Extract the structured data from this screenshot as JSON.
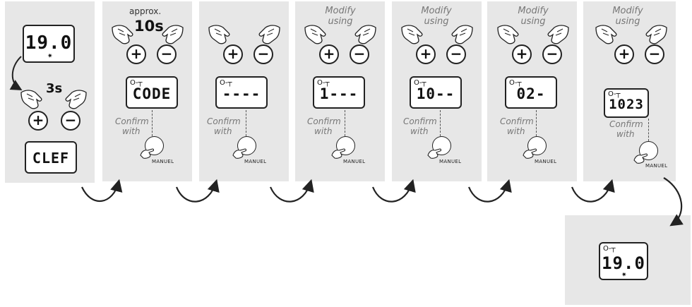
{
  "steps": [
    {
      "display": "19.0",
      "timer": "3s",
      "result": "CLEF"
    },
    {
      "approx": "approx.",
      "timer": "10s",
      "display": "CODE",
      "confirm_line1": "Confirm",
      "confirm_line2": "with",
      "manuel": "MANUEL"
    },
    {
      "display": "----",
      "confirm_line1": "Confirm",
      "confirm_line2": "with",
      "manuel": "MANUEL"
    },
    {
      "caption_line1": "Modify",
      "caption_line2": "using",
      "display": "1---",
      "confirm_line1": "Confirm",
      "confirm_line2": "with",
      "manuel": "MANUEL"
    },
    {
      "caption_line1": "Modify",
      "caption_line2": "using",
      "display": "10--",
      "confirm_line1": "Confirm",
      "confirm_line2": "with",
      "manuel": "MANUEL"
    },
    {
      "caption_line1": "Modify",
      "caption_line2": "using",
      "display": "02-",
      "confirm_line1": "Confirm",
      "confirm_line2": "with",
      "manuel": "MANUEL"
    },
    {
      "caption_line1": "Modify",
      "caption_line2": "using",
      "display": "1023",
      "confirm_line1": "Confirm",
      "confirm_line2": "with",
      "manuel": "MANUEL"
    }
  ],
  "final": {
    "display": "19.0"
  },
  "symbols": {
    "plus": "+",
    "minus": "−",
    "star": "✷",
    "key": "O‑┬"
  },
  "icons": {
    "hand": "pointing-hand-icon",
    "key": "key-icon",
    "arrow": "curved-arrow-icon"
  },
  "colors": {
    "panel": "#e7e7e7",
    "line": "#222222",
    "caption": "#777777"
  }
}
